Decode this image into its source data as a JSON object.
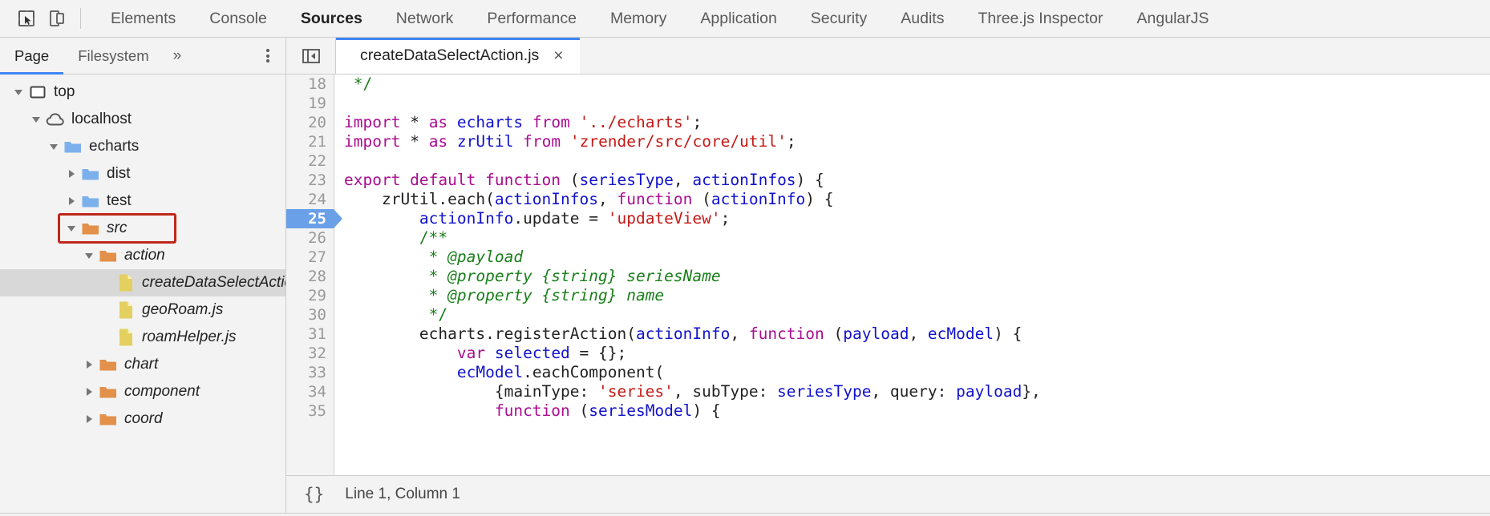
{
  "toolbar": {
    "inspect_icon": "inspect-cursor-icon",
    "device_icon": "device-toolbar-icon",
    "tabs": [
      {
        "label": "Elements",
        "active": false
      },
      {
        "label": "Console",
        "active": false
      },
      {
        "label": "Sources",
        "active": true
      },
      {
        "label": "Network",
        "active": false
      },
      {
        "label": "Performance",
        "active": false
      },
      {
        "label": "Memory",
        "active": false
      },
      {
        "label": "Application",
        "active": false
      },
      {
        "label": "Security",
        "active": false
      },
      {
        "label": "Audits",
        "active": false
      },
      {
        "label": "Three.js Inspector",
        "active": false
      },
      {
        "label": "AngularJS",
        "active": false
      }
    ]
  },
  "navigator": {
    "tabs": [
      {
        "label": "Page",
        "active": true
      },
      {
        "label": "Filesystem",
        "active": false
      }
    ],
    "more_label": "»",
    "menu_icon": "more-options-icon",
    "tree": [
      {
        "label": "top",
        "type": "frame",
        "indent": 0,
        "twisty": "open",
        "italic": false,
        "selected": false
      },
      {
        "label": "localhost",
        "type": "cloud",
        "indent": 1,
        "twisty": "open",
        "italic": false,
        "selected": false
      },
      {
        "label": "echarts",
        "type": "folder-blue",
        "indent": 2,
        "twisty": "open",
        "italic": false,
        "selected": false
      },
      {
        "label": "dist",
        "type": "folder-blue",
        "indent": 3,
        "twisty": "closed",
        "italic": false,
        "selected": false
      },
      {
        "label": "test",
        "type": "folder-blue",
        "indent": 3,
        "twisty": "closed",
        "italic": false,
        "selected": false
      },
      {
        "label": "src",
        "type": "folder-orange",
        "indent": 3,
        "twisty": "open",
        "italic": true,
        "selected": false,
        "highlighted": true
      },
      {
        "label": "action",
        "type": "folder-orange",
        "indent": 4,
        "twisty": "open",
        "italic": true,
        "selected": false
      },
      {
        "label": "createDataSelectAction.js",
        "type": "file",
        "indent": 5,
        "twisty": "none",
        "italic": true,
        "selected": true
      },
      {
        "label": "geoRoam.js",
        "type": "file",
        "indent": 5,
        "twisty": "none",
        "italic": true,
        "selected": false
      },
      {
        "label": "roamHelper.js",
        "type": "file",
        "indent": 5,
        "twisty": "none",
        "italic": true,
        "selected": false
      },
      {
        "label": "chart",
        "type": "folder-orange",
        "indent": 4,
        "twisty": "closed",
        "italic": true,
        "selected": false
      },
      {
        "label": "component",
        "type": "folder-orange",
        "indent": 4,
        "twisty": "closed",
        "italic": true,
        "selected": false
      },
      {
        "label": "coord",
        "type": "folder-orange",
        "indent": 4,
        "twisty": "closed",
        "italic": true,
        "selected": false
      }
    ]
  },
  "editor": {
    "collapse_icon": "collapse-sidebar-icon",
    "tab": {
      "filename": "createDataSelectAction.js",
      "close_label": "×"
    },
    "execution_line": 25,
    "first_line": 18,
    "lines": [
      {
        "n": 18,
        "tokens": [
          {
            "t": " */",
            "c": "cm"
          }
        ]
      },
      {
        "n": 19,
        "tokens": []
      },
      {
        "n": 20,
        "tokens": [
          {
            "t": "import",
            "c": "kw"
          },
          {
            "t": " * ",
            "c": "pl"
          },
          {
            "t": "as",
            "c": "kw"
          },
          {
            "t": " ",
            "c": "pl"
          },
          {
            "t": "echarts",
            "c": "id"
          },
          {
            "t": " ",
            "c": "pl"
          },
          {
            "t": "from",
            "c": "kw"
          },
          {
            "t": " ",
            "c": "pl"
          },
          {
            "t": "'../echarts'",
            "c": "str"
          },
          {
            "t": ";",
            "c": "pl"
          }
        ]
      },
      {
        "n": 21,
        "tokens": [
          {
            "t": "import",
            "c": "kw"
          },
          {
            "t": " * ",
            "c": "pl"
          },
          {
            "t": "as",
            "c": "kw"
          },
          {
            "t": " ",
            "c": "pl"
          },
          {
            "t": "zrUtil",
            "c": "id"
          },
          {
            "t": " ",
            "c": "pl"
          },
          {
            "t": "from",
            "c": "kw"
          },
          {
            "t": " ",
            "c": "pl"
          },
          {
            "t": "'zrender/src/core/util'",
            "c": "str"
          },
          {
            "t": ";",
            "c": "pl"
          }
        ]
      },
      {
        "n": 22,
        "tokens": []
      },
      {
        "n": 23,
        "tokens": [
          {
            "t": "export default function",
            "c": "kw"
          },
          {
            "t": " (",
            "c": "pl"
          },
          {
            "t": "seriesType",
            "c": "id"
          },
          {
            "t": ", ",
            "c": "pl"
          },
          {
            "t": "actionInfos",
            "c": "id"
          },
          {
            "t": ") {",
            "c": "pl"
          }
        ]
      },
      {
        "n": 24,
        "tokens": [
          {
            "t": "    zrUtil.each(",
            "c": "pl"
          },
          {
            "t": "actionInfos",
            "c": "id"
          },
          {
            "t": ", ",
            "c": "pl"
          },
          {
            "t": "function",
            "c": "kw"
          },
          {
            "t": " (",
            "c": "pl"
          },
          {
            "t": "actionInfo",
            "c": "id"
          },
          {
            "t": ") {",
            "c": "pl"
          }
        ]
      },
      {
        "n": 25,
        "tokens": [
          {
            "t": "        ",
            "c": "pl"
          },
          {
            "t": "actionInfo",
            "c": "id"
          },
          {
            "t": ".update = ",
            "c": "pl"
          },
          {
            "t": "'updateView'",
            "c": "str"
          },
          {
            "t": ";",
            "c": "pl"
          }
        ]
      },
      {
        "n": 26,
        "tokens": [
          {
            "t": "        /**",
            "c": "cm"
          }
        ]
      },
      {
        "n": 27,
        "tokens": [
          {
            "t": "         * @payload",
            "c": "cmi"
          }
        ]
      },
      {
        "n": 28,
        "tokens": [
          {
            "t": "         * @property {string} seriesName",
            "c": "cmi"
          }
        ]
      },
      {
        "n": 29,
        "tokens": [
          {
            "t": "         * @property {string} name",
            "c": "cmi"
          }
        ]
      },
      {
        "n": 30,
        "tokens": [
          {
            "t": "         */",
            "c": "cm"
          }
        ]
      },
      {
        "n": 31,
        "tokens": [
          {
            "t": "        echarts.registerAction(",
            "c": "pl"
          },
          {
            "t": "actionInfo",
            "c": "id"
          },
          {
            "t": ", ",
            "c": "pl"
          },
          {
            "t": "function",
            "c": "kw"
          },
          {
            "t": " (",
            "c": "pl"
          },
          {
            "t": "payload",
            "c": "id"
          },
          {
            "t": ", ",
            "c": "pl"
          },
          {
            "t": "ecModel",
            "c": "id"
          },
          {
            "t": ") {",
            "c": "pl"
          }
        ]
      },
      {
        "n": 32,
        "tokens": [
          {
            "t": "            ",
            "c": "pl"
          },
          {
            "t": "var",
            "c": "kw"
          },
          {
            "t": " ",
            "c": "pl"
          },
          {
            "t": "selected",
            "c": "id"
          },
          {
            "t": " = {};",
            "c": "pl"
          }
        ]
      },
      {
        "n": 33,
        "tokens": [
          {
            "t": "            ",
            "c": "pl"
          },
          {
            "t": "ecModel",
            "c": "id"
          },
          {
            "t": ".eachComponent(",
            "c": "pl"
          }
        ]
      },
      {
        "n": 34,
        "tokens": [
          {
            "t": "                {mainType: ",
            "c": "pl"
          },
          {
            "t": "'series'",
            "c": "str"
          },
          {
            "t": ", subType: ",
            "c": "pl"
          },
          {
            "t": "seriesType",
            "c": "id"
          },
          {
            "t": ", query: ",
            "c": "pl"
          },
          {
            "t": "payload",
            "c": "id"
          },
          {
            "t": "},",
            "c": "pl"
          }
        ]
      },
      {
        "n": 35,
        "tokens": [
          {
            "t": "                ",
            "c": "pl"
          },
          {
            "t": "function",
            "c": "kw"
          },
          {
            "t": " (",
            "c": "pl"
          },
          {
            "t": "seriesModel",
            "c": "id"
          },
          {
            "t": ") {",
            "c": "pl"
          }
        ]
      }
    ]
  },
  "statusbar": {
    "pretty_print_icon": "{}",
    "cursor_position": "Line 1, Column 1"
  },
  "colors": {
    "accent": "#4285f4",
    "highlight_box": "#c0271a",
    "exec_line": "#6aa0e8",
    "folder_blue": "#7cb0ec",
    "folder_orange": "#e2904a",
    "file_yellow": "#e3d05e"
  }
}
